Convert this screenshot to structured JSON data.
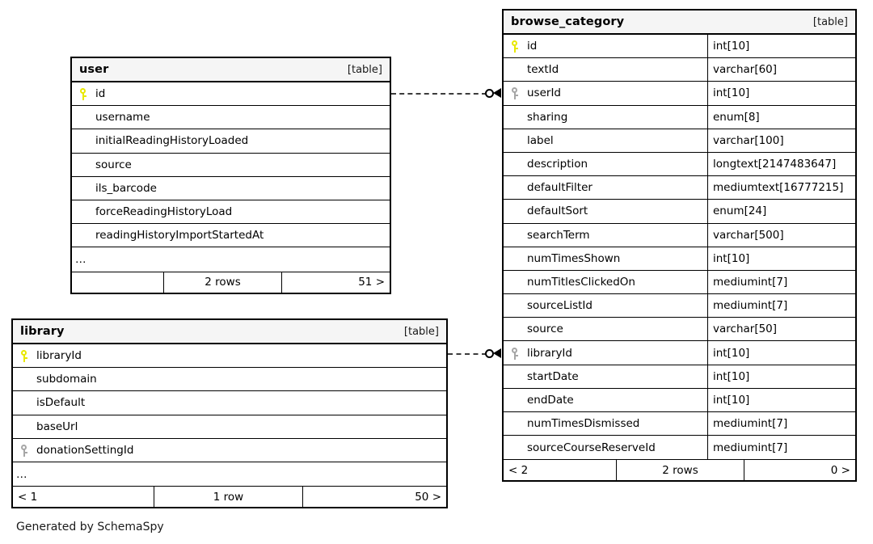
{
  "diagram": {
    "credit": "Generated by SchemaSpy",
    "table_tag": "[table]",
    "ellipsis": "…",
    "colors": {
      "primary_key": "#e8e800",
      "foreign_key": "#a6a6a6",
      "border": "#000000",
      "header_background": "#f5f5f5",
      "connector": "#3c3c3c"
    }
  },
  "tables": {
    "user": {
      "name": "user",
      "tag": "[table]",
      "columns": [
        {
          "name": "id",
          "key": "primary",
          "type": ""
        },
        {
          "name": "username",
          "key": "none",
          "type": ""
        },
        {
          "name": "initialReadingHistoryLoaded",
          "key": "none",
          "type": ""
        },
        {
          "name": "source",
          "key": "none",
          "type": ""
        },
        {
          "name": "ils_barcode",
          "key": "none",
          "type": ""
        },
        {
          "name": "forceReadingHistoryLoad",
          "key": "none",
          "type": ""
        },
        {
          "name": "readingHistoryImportStartedAt",
          "key": "none",
          "type": ""
        }
      ],
      "more_indicator": "…",
      "footer": {
        "left": "",
        "center": "2 rows",
        "right": "51 >"
      }
    },
    "library": {
      "name": "library",
      "tag": "[table]",
      "columns": [
        {
          "name": "libraryId",
          "key": "primary",
          "type": ""
        },
        {
          "name": "subdomain",
          "key": "none",
          "type": ""
        },
        {
          "name": "isDefault",
          "key": "none",
          "type": ""
        },
        {
          "name": "baseUrl",
          "key": "none",
          "type": ""
        },
        {
          "name": "donationSettingId",
          "key": "foreign",
          "type": ""
        }
      ],
      "more_indicator": "…",
      "footer": {
        "left": "< 1",
        "center": "1 row",
        "right": "50 >"
      }
    },
    "browse_category": {
      "name": "browse_category",
      "tag": "[table]",
      "columns": [
        {
          "name": "id",
          "key": "primary",
          "type": "int[10]"
        },
        {
          "name": "textId",
          "key": "none",
          "type": "varchar[60]"
        },
        {
          "name": "userId",
          "key": "foreign",
          "type": "int[10]"
        },
        {
          "name": "sharing",
          "key": "none",
          "type": "enum[8]"
        },
        {
          "name": "label",
          "key": "none",
          "type": "varchar[100]"
        },
        {
          "name": "description",
          "key": "none",
          "type": "longtext[2147483647]"
        },
        {
          "name": "defaultFilter",
          "key": "none",
          "type": "mediumtext[16777215]"
        },
        {
          "name": "defaultSort",
          "key": "none",
          "type": "enum[24]"
        },
        {
          "name": "searchTerm",
          "key": "none",
          "type": "varchar[500]"
        },
        {
          "name": "numTimesShown",
          "key": "none",
          "type": "int[10]"
        },
        {
          "name": "numTitlesClickedOn",
          "key": "none",
          "type": "mediumint[7]"
        },
        {
          "name": "sourceListId",
          "key": "none",
          "type": "mediumint[7]"
        },
        {
          "name": "source",
          "key": "none",
          "type": "varchar[50]"
        },
        {
          "name": "libraryId",
          "key": "foreign",
          "type": "int[10]"
        },
        {
          "name": "startDate",
          "key": "none",
          "type": "int[10]"
        },
        {
          "name": "endDate",
          "key": "none",
          "type": "int[10]"
        },
        {
          "name": "numTimesDismissed",
          "key": "none",
          "type": "mediumint[7]"
        },
        {
          "name": "sourceCourseReserveId",
          "key": "none",
          "type": "mediumint[7]"
        }
      ],
      "more_indicator": "",
      "footer": {
        "left": "< 2",
        "center": "2 rows",
        "right": "0 >"
      }
    }
  },
  "relationships": [
    {
      "from": "user.id",
      "to": "browse_category.userId"
    },
    {
      "from": "library.libraryId",
      "to": "browse_category.libraryId"
    }
  ]
}
